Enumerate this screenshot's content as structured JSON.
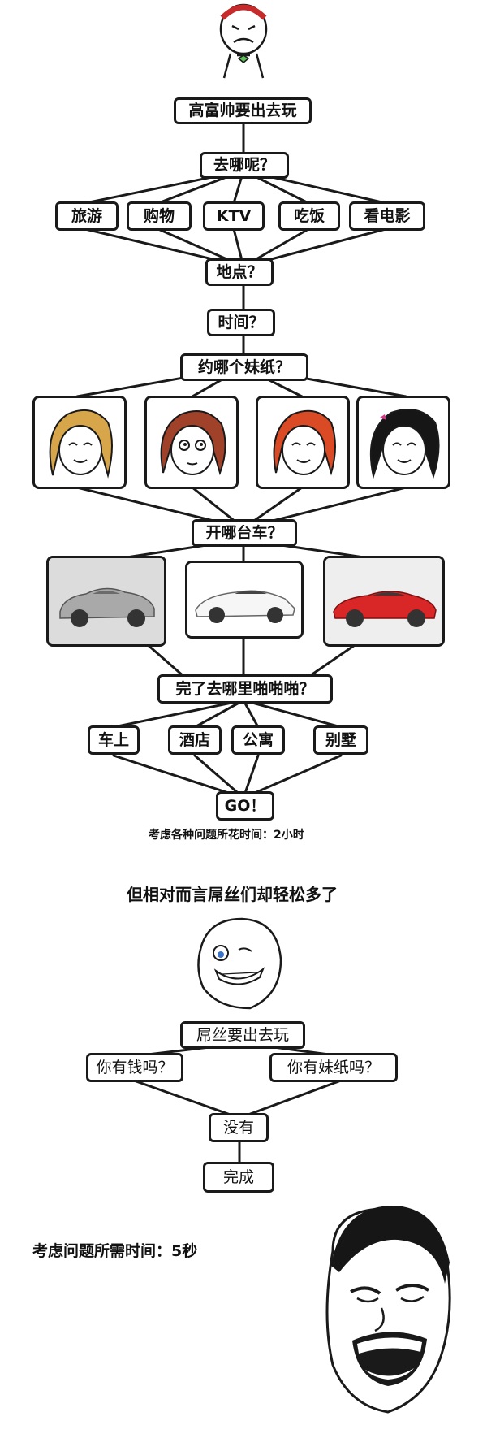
{
  "flow1": {
    "root": "高富帅要出去玩",
    "where": "去哪呢？",
    "activities": [
      "旅游",
      "购物",
      "KTV",
      "吃饭",
      "看电影"
    ],
    "place": "地点？",
    "time": "时间？",
    "girl": "约哪个妹纸？",
    "car": "开哪台车？",
    "after": "完了去哪里啪啪啪？",
    "locations": [
      "车上",
      "酒店",
      "公寓",
      "别墅"
    ],
    "go": "GO！",
    "caption": "考虑各种问题所花时间：2小时"
  },
  "transition": "但相对而言屌丝们却轻松多了",
  "flow2": {
    "root": "屌丝要出去玩",
    "q1": "你有钱吗？",
    "q2": "你有妹纸吗？",
    "answer": "没有",
    "done": "完成",
    "caption": "考虑问题所需时间：5秒"
  },
  "girl_tiles": [
    {
      "name": "girl-blonde",
      "hair": "#d8a64a"
    },
    {
      "name": "girl-auburn",
      "hair": "#a0412a"
    },
    {
      "name": "girl-red",
      "hair": "#d94a25"
    },
    {
      "name": "girl-black",
      "hair": "#161616"
    }
  ],
  "car_tiles": [
    {
      "name": "car-silver-porsche",
      "body": "#a9a9a9",
      "bg": "#d9d9d9"
    },
    {
      "name": "car-white-lamborghini",
      "body": "#f6f6f6",
      "bg": "#ffffff"
    },
    {
      "name": "car-red-ferrari",
      "body": "#d92727",
      "bg": "#eeeeee"
    }
  ]
}
